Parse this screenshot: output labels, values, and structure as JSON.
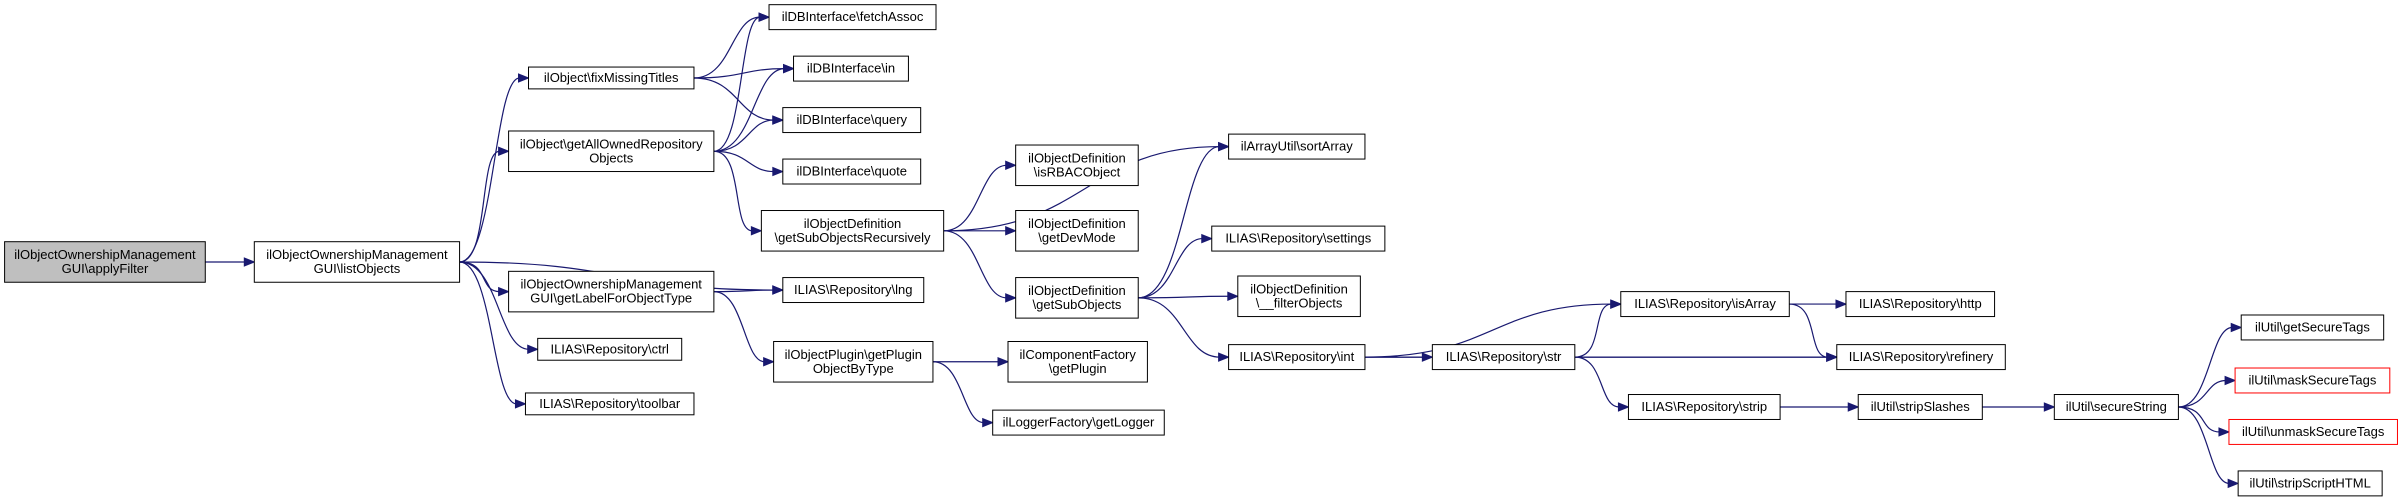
{
  "title": "Call graph for ilObjectOwnershipManagementGUI\\applyFilter",
  "colors": {
    "edge": "#191970",
    "root_fill": "#bfbfbf",
    "node_border": "#000000",
    "missing_border": "#ff0000"
  },
  "nodes": [
    {
      "id": "applyFilter",
      "lines": [
        "ilObjectOwnershipManagement",
        "GUI\\applyFilter"
      ],
      "kind": "root"
    },
    {
      "id": "listObjects",
      "lines": [
        "ilObjectOwnershipManagement",
        "GUI\\listObjects"
      ],
      "kind": "normal"
    },
    {
      "id": "fixMissingTitles",
      "lines": [
        "ilObject\\fixMissingTitles"
      ],
      "kind": "normal"
    },
    {
      "id": "getAllOwnedRepositoryObjects",
      "lines": [
        "ilObject\\getAllOwnedRepository",
        "Objects"
      ],
      "kind": "normal"
    },
    {
      "id": "getLabelForObjectType",
      "lines": [
        "ilObjectOwnershipManagement",
        "GUI\\getLabelForObjectType"
      ],
      "kind": "normal"
    },
    {
      "id": "ctrl",
      "lines": [
        "ILIAS\\Repository\\ctrl"
      ],
      "kind": "normal"
    },
    {
      "id": "toolbar",
      "lines": [
        "ILIAS\\Repository\\toolbar"
      ],
      "kind": "normal"
    },
    {
      "id": "fetchAssoc",
      "lines": [
        "ilDBInterface\\fetchAssoc"
      ],
      "kind": "normal"
    },
    {
      "id": "in",
      "lines": [
        "ilDBInterface\\in"
      ],
      "kind": "normal"
    },
    {
      "id": "query",
      "lines": [
        "ilDBInterface\\query"
      ],
      "kind": "normal"
    },
    {
      "id": "quote",
      "lines": [
        "ilDBInterface\\quote"
      ],
      "kind": "normal"
    },
    {
      "id": "getSubObjectsRecursively",
      "lines": [
        "ilObjectDefinition",
        "\\getSubObjectsRecursively"
      ],
      "kind": "normal"
    },
    {
      "id": "lng",
      "lines": [
        "ILIAS\\Repository\\lng"
      ],
      "kind": "normal"
    },
    {
      "id": "getPluginObjectByType",
      "lines": [
        "ilObjectPlugin\\getPlugin",
        "ObjectByType"
      ],
      "kind": "normal"
    },
    {
      "id": "isRBACObject",
      "lines": [
        "ilObjectDefinition",
        "\\isRBACObject"
      ],
      "kind": "normal"
    },
    {
      "id": "getDevMode",
      "lines": [
        "ilObjectDefinition",
        "\\getDevMode"
      ],
      "kind": "normal"
    },
    {
      "id": "getSubObjects",
      "lines": [
        "ilObjectDefinition",
        "\\getSubObjects"
      ],
      "kind": "normal"
    },
    {
      "id": "getPlugin",
      "lines": [
        "ilComponentFactory",
        "\\getPlugin"
      ],
      "kind": "normal"
    },
    {
      "id": "getLogger",
      "lines": [
        "ilLoggerFactory\\getLogger"
      ],
      "kind": "normal"
    },
    {
      "id": "sortArray",
      "lines": [
        "ilArrayUtil\\sortArray"
      ],
      "kind": "normal"
    },
    {
      "id": "settings",
      "lines": [
        "ILIAS\\Repository\\settings"
      ],
      "kind": "normal"
    },
    {
      "id": "filterObjects",
      "lines": [
        "ilObjectDefinition",
        "\\__filterObjects"
      ],
      "kind": "normal"
    },
    {
      "id": "int",
      "lines": [
        "ILIAS\\Repository\\int"
      ],
      "kind": "normal"
    },
    {
      "id": "str",
      "lines": [
        "ILIAS\\Repository\\str"
      ],
      "kind": "normal"
    },
    {
      "id": "isArray",
      "lines": [
        "ILIAS\\Repository\\isArray"
      ],
      "kind": "normal"
    },
    {
      "id": "strip",
      "lines": [
        "ILIAS\\Repository\\strip"
      ],
      "kind": "normal"
    },
    {
      "id": "http",
      "lines": [
        "ILIAS\\Repository\\http"
      ],
      "kind": "normal"
    },
    {
      "id": "refinery",
      "lines": [
        "ILIAS\\Repository\\refinery"
      ],
      "kind": "normal"
    },
    {
      "id": "stripSlashes",
      "lines": [
        "ilUtil\\stripSlashes"
      ],
      "kind": "normal"
    },
    {
      "id": "secureString",
      "lines": [
        "ilUtil\\secureString"
      ],
      "kind": "normal"
    },
    {
      "id": "getSecureTags",
      "lines": [
        "ilUtil\\getSecureTags"
      ],
      "kind": "normal"
    },
    {
      "id": "maskSecureTags",
      "lines": [
        "ilUtil\\maskSecureTags"
      ],
      "kind": "missing"
    },
    {
      "id": "unmaskSecureTags",
      "lines": [
        "ilUtil\\unmaskSecureTags"
      ],
      "kind": "missing"
    },
    {
      "id": "stripScriptHTML",
      "lines": [
        "ilUtil\\stripScriptHTML"
      ],
      "kind": "normal"
    }
  ],
  "edges": [
    [
      "applyFilter",
      "listObjects"
    ],
    [
      "listObjects",
      "fixMissingTitles"
    ],
    [
      "listObjects",
      "getAllOwnedRepositoryObjects"
    ],
    [
      "listObjects",
      "getLabelForObjectType"
    ],
    [
      "listObjects",
      "lng"
    ],
    [
      "listObjects",
      "ctrl"
    ],
    [
      "listObjects",
      "toolbar"
    ],
    [
      "fixMissingTitles",
      "fetchAssoc"
    ],
    [
      "fixMissingTitles",
      "in"
    ],
    [
      "fixMissingTitles",
      "query"
    ],
    [
      "getAllOwnedRepositoryObjects",
      "fetchAssoc"
    ],
    [
      "getAllOwnedRepositoryObjects",
      "in"
    ],
    [
      "getAllOwnedRepositoryObjects",
      "query"
    ],
    [
      "getAllOwnedRepositoryObjects",
      "quote"
    ],
    [
      "getAllOwnedRepositoryObjects",
      "getSubObjectsRecursively"
    ],
    [
      "getLabelForObjectType",
      "lng"
    ],
    [
      "getLabelForObjectType",
      "getPluginObjectByType"
    ],
    [
      "getSubObjectsRecursively",
      "sortArray"
    ],
    [
      "getSubObjectsRecursively",
      "isRBACObject"
    ],
    [
      "getSubObjectsRecursively",
      "getDevMode"
    ],
    [
      "getSubObjectsRecursively",
      "getSubObjects"
    ],
    [
      "getPluginObjectByType",
      "getPlugin"
    ],
    [
      "getPluginObjectByType",
      "getLogger"
    ],
    [
      "getSubObjects",
      "sortArray"
    ],
    [
      "getSubObjects",
      "settings"
    ],
    [
      "getSubObjects",
      "filterObjects"
    ],
    [
      "getSubObjects",
      "int"
    ],
    [
      "int",
      "isArray"
    ],
    [
      "int",
      "str"
    ],
    [
      "int",
      "refinery"
    ],
    [
      "str",
      "isArray"
    ],
    [
      "str",
      "refinery"
    ],
    [
      "str",
      "strip"
    ],
    [
      "isArray",
      "http"
    ],
    [
      "isArray",
      "refinery"
    ],
    [
      "strip",
      "stripSlashes"
    ],
    [
      "stripSlashes",
      "secureString"
    ],
    [
      "secureString",
      "getSecureTags"
    ],
    [
      "secureString",
      "maskSecureTags"
    ],
    [
      "secureString",
      "unmaskSecureTags"
    ],
    [
      "secureString",
      "stripScriptHTML"
    ]
  ]
}
